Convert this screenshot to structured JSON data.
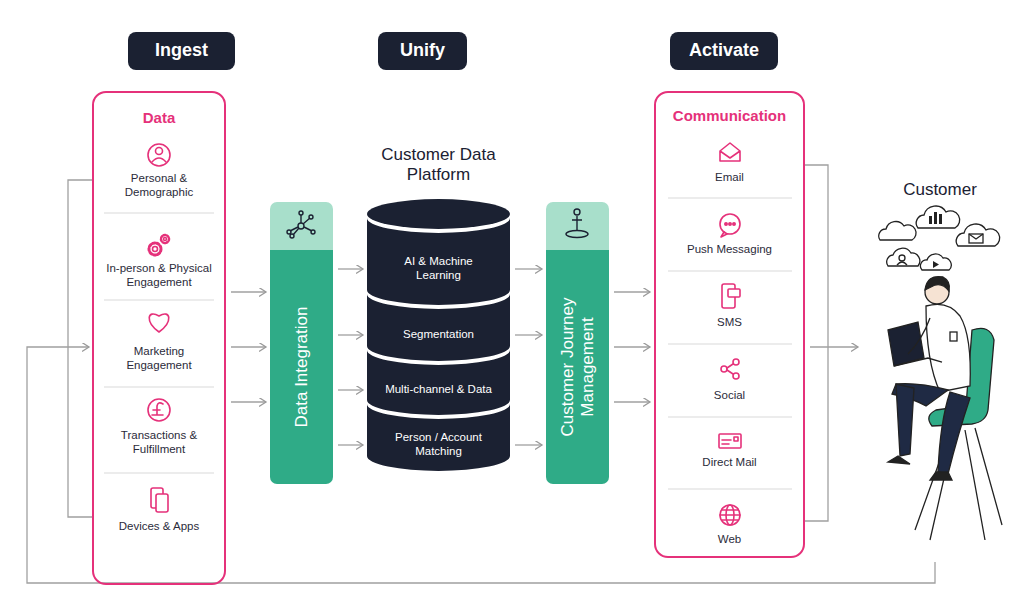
{
  "diagram": {
    "nodes": [
      {
        "text": [
          "Ingest"
        ]
      },
      {
        "text": [
          "Unify"
        ]
      },
      {
        "text": [
          "Activate"
        ]
      },
      {
        "text": [
          "Data",
          "Personal & Demographic",
          "In-person & Physical Engagement",
          "Marketing Engagement",
          "Transactions & Fulfillment",
          "Devices & Apps"
        ]
      },
      {
        "text": [
          "Data Integration"
        ]
      },
      {
        "text": [
          "Customer Data Platform"
        ]
      },
      {
        "text": [
          "AI & Machine Learning"
        ],
        "in": 5
      },
      {
        "text": [
          "Segmentation"
        ],
        "in": 5
      },
      {
        "text": [
          "Multi-channel & Data"
        ],
        "in": 5
      },
      {
        "text": [
          "Person / Account Matching"
        ],
        "in": 5
      },
      {
        "text": [
          "Customer Journey Management"
        ]
      },
      {
        "text": [
          "Communication",
          "Email",
          "Push Messaging",
          "SMS",
          "Social",
          "Direct Mail",
          "Web"
        ]
      },
      {
        "text": [
          "Customer"
        ]
      }
    ],
    "edges": [
      {
        "from": 3,
        "to": 4,
        "arrow": "to"
      },
      {
        "from": 3,
        "to": 4,
        "arrow": "to"
      },
      {
        "from": 3,
        "to": 4,
        "arrow": "to"
      },
      {
        "from": 4,
        "to": 6,
        "arrow": "to"
      },
      {
        "from": 4,
        "to": 7,
        "arrow": "to"
      },
      {
        "from": 4,
        "to": 8,
        "arrow": "to"
      },
      {
        "from": 4,
        "to": 9,
        "arrow": "to"
      },
      {
        "from": 6,
        "to": 10,
        "arrow": "to"
      },
      {
        "from": 7,
        "to": 10,
        "arrow": "to"
      },
      {
        "from": 9,
        "to": 10,
        "arrow": "to"
      },
      {
        "from": 10,
        "to": 11,
        "arrow": "to"
      },
      {
        "from": 10,
        "to": 11,
        "arrow": "to"
      },
      {
        "from": 10,
        "to": 11,
        "arrow": "to"
      },
      {
        "from": 11,
        "to": 12,
        "arrow": "to"
      },
      {
        "from": 12,
        "to": 3,
        "arrow": "to"
      }
    ]
  }
}
